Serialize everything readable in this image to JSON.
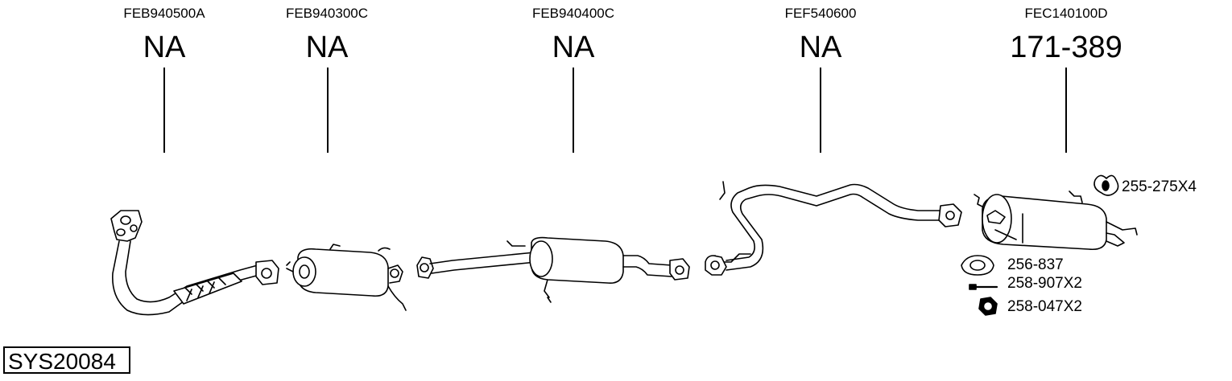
{
  "parts": [
    {
      "code": "FEB940500A",
      "number": "NA"
    },
    {
      "code": "FEB940300C",
      "number": "NA"
    },
    {
      "code": "FEB940400C",
      "number": "NA"
    },
    {
      "code": "FEF540600",
      "number": "NA"
    },
    {
      "code": "FEC140100D",
      "number": "171-389"
    }
  ],
  "accessories": [
    {
      "label": "255-275X4",
      "icon": "rubber-hanger-icon"
    },
    {
      "label": "256-837",
      "icon": "gasket-icon"
    },
    {
      "label": "258-907X2",
      "icon": "bolt-icon"
    },
    {
      "label": "258-047X2",
      "icon": "nut-icon"
    }
  ],
  "system_id": "SYS20084"
}
